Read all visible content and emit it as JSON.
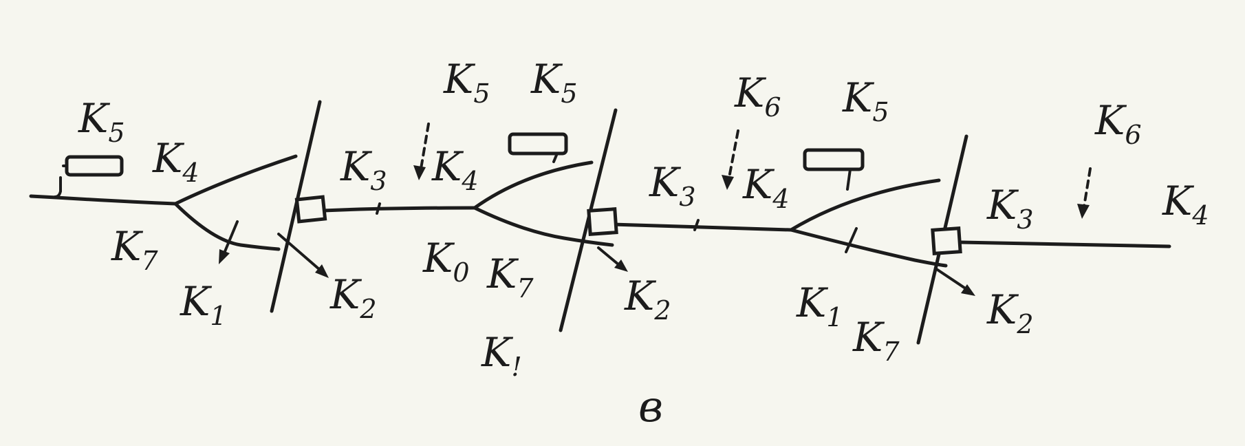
{
  "diagram": {
    "labels": [
      {
        "id": "k5-a",
        "base": "K",
        "sub": "5"
      },
      {
        "id": "k4-a",
        "base": "K",
        "sub": "4"
      },
      {
        "id": "k7-a",
        "base": "K",
        "sub": "7"
      },
      {
        "id": "k1-a",
        "base": "K",
        "sub": "1"
      },
      {
        "id": "k2-a",
        "base": "K",
        "sub": "2"
      },
      {
        "id": "k3-a",
        "base": "K",
        "sub": "3"
      },
      {
        "id": "k5-b",
        "base": "K",
        "sub": "5"
      },
      {
        "id": "k4-b",
        "base": "K",
        "sub": "4"
      },
      {
        "id": "k5-c",
        "base": "K",
        "sub": "5"
      },
      {
        "id": "k0-b",
        "base": "K",
        "sub": "0"
      },
      {
        "id": "k7-b",
        "base": "K",
        "sub": "7"
      },
      {
        "id": "k1-b",
        "base": "K",
        "sub": "!"
      },
      {
        "id": "k2-b",
        "base": "K",
        "sub": "2"
      },
      {
        "id": "k6-c",
        "base": "K",
        "sub": "6"
      },
      {
        "id": "k5-d",
        "base": "K",
        "sub": "5"
      },
      {
        "id": "k3-c",
        "base": "K",
        "sub": "3"
      },
      {
        "id": "k4-c",
        "base": "K",
        "sub": "4"
      },
      {
        "id": "k1-c",
        "base": "K",
        "sub": "1"
      },
      {
        "id": "k7-c",
        "base": "K",
        "sub": "7"
      },
      {
        "id": "k2-c",
        "base": "K",
        "sub": "2"
      },
      {
        "id": "k6-d",
        "base": "K",
        "sub": "6"
      },
      {
        "id": "k3-d",
        "base": "K",
        "sub": "3"
      },
      {
        "id": "k4-d",
        "base": "K",
        "sub": "4"
      }
    ],
    "caption": "в"
  }
}
